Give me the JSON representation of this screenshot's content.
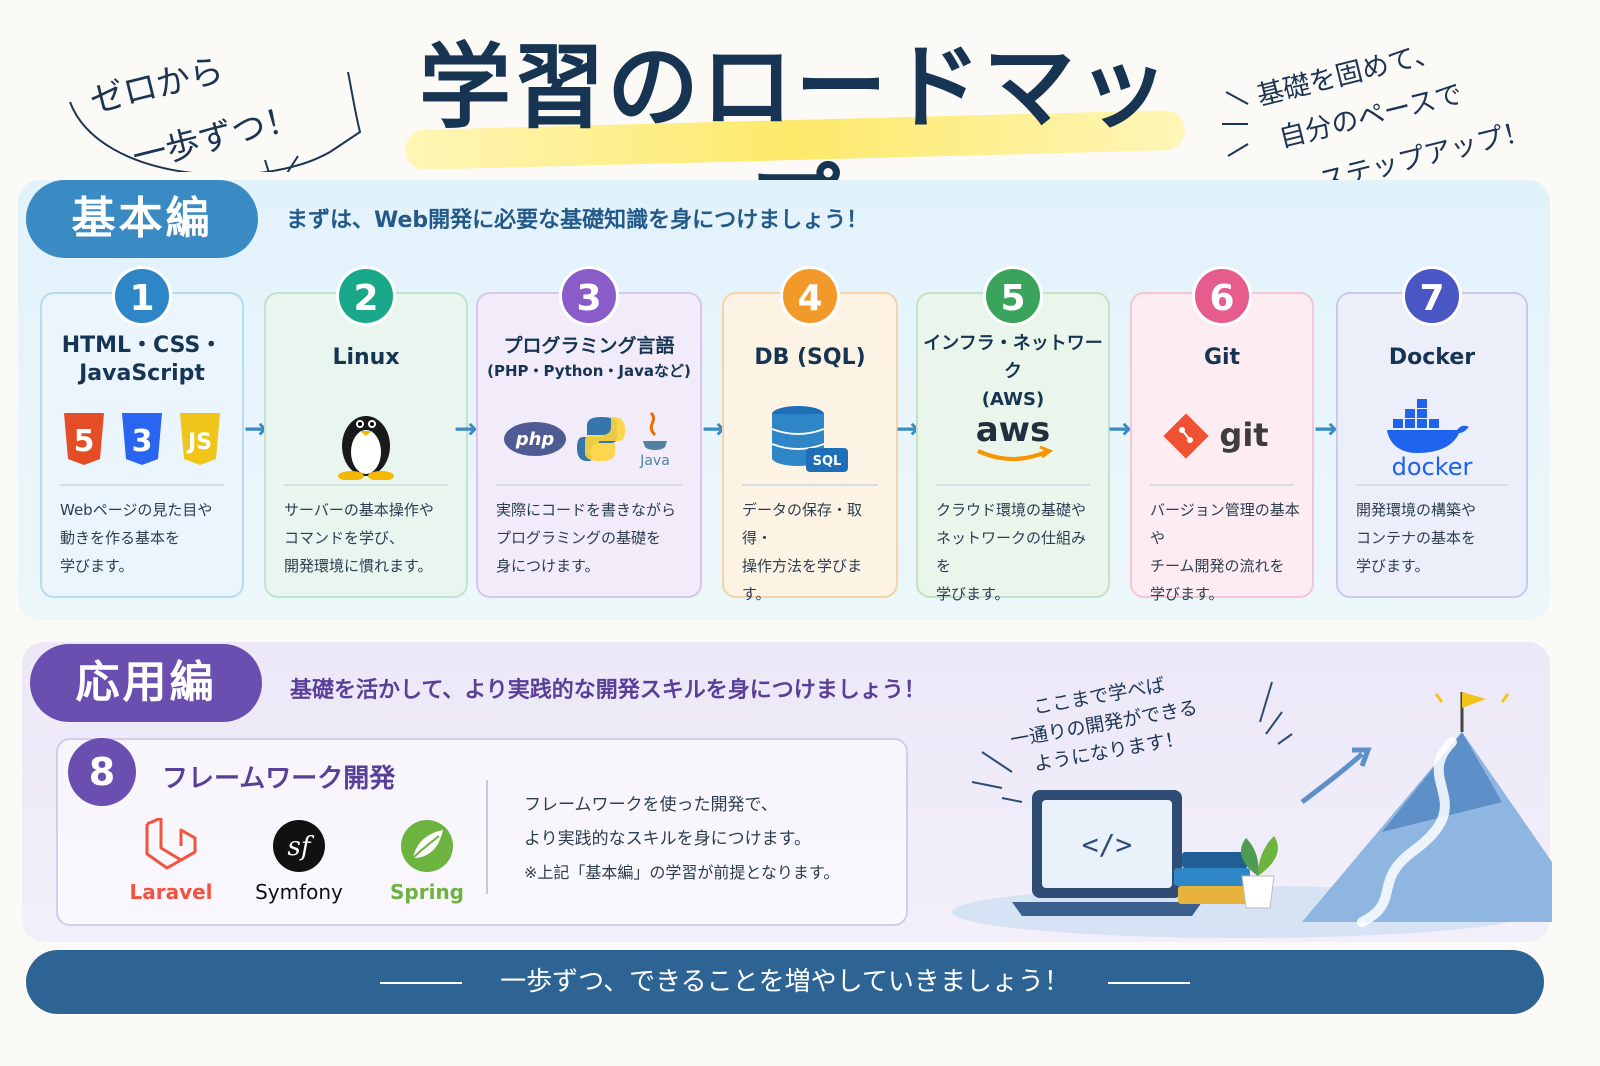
{
  "header": {
    "left_lines": [
      "ゼロから",
      "一歩ずつ！"
    ],
    "title": "学習のロードマップ",
    "right_lines": [
      "基礎を固めて、",
      "自分のペースで",
      "ステップアップ！"
    ]
  },
  "basic": {
    "tag": "基本編",
    "desc": "まずは、Web開発に必要な基礎知識を身につけましょう！",
    "steps": [
      {
        "num": "1",
        "title": "HTML・CSS・\nJavaScript",
        "sub": "",
        "desc": "Webページの見た目や\n動きを作る基本を\n学びます。",
        "logos": [
          "html5-icon",
          "css3-icon",
          "javascript-icon"
        ]
      },
      {
        "num": "2",
        "title": "Linux",
        "sub": "",
        "desc": "サーバーの基本操作や\nコマンドを学び、\n開発環境に慣れます。",
        "logos": [
          "linux-penguin-icon"
        ]
      },
      {
        "num": "3",
        "title": "プログラミング言語",
        "sub": "(PHP・Python・Javaなど)",
        "desc": "実際にコードを書きながら\nプログラミングの基礎を\n身につけます。",
        "logos": [
          "php-icon",
          "python-icon",
          "java-icon"
        ]
      },
      {
        "num": "4",
        "title": "DB (SQL)",
        "sub": "",
        "desc": "データの保存・取得・\n操作方法を学びます。",
        "logos": [
          "database-sql-icon"
        ]
      },
      {
        "num": "5",
        "title": "インフラ・ネットワーク\n(AWS)",
        "sub": "",
        "desc": "クラウド環境の基礎や\nネットワークの仕組みを\n学びます。",
        "logos": [
          "aws-icon"
        ]
      },
      {
        "num": "6",
        "title": "Git",
        "sub": "",
        "desc": "バージョン管理の基本や\nチーム開発の流れを\n学びます。",
        "logos": [
          "git-icon"
        ]
      },
      {
        "num": "7",
        "title": "Docker",
        "sub": "",
        "desc": "開発環境の構築や\nコンテナの基本を\n学びます。",
        "logos": [
          "docker-icon"
        ]
      }
    ],
    "logo_text": {
      "php": "php",
      "java": "Java",
      "sql": "SQL",
      "aws": "aws",
      "git": "git",
      "docker": "docker",
      "html": "5",
      "css": "3",
      "js": "JS"
    }
  },
  "advanced": {
    "tag": "応用編",
    "desc": "基礎を活かして、より実践的な開発スキルを身につけましょう！",
    "card": {
      "num": "8",
      "title": "フレームワーク開発",
      "frameworks": [
        "Laravel",
        "Symfony",
        "Spring"
      ],
      "desc_lines": [
        "フレームワークを使った開発で、",
        "より実践的なスキルを身につけます。",
        "※上記「基本編」の学習が前提となります。"
      ]
    },
    "note_lines": [
      "ここまで学べば",
      "一通りの開発ができる",
      "ようになります！"
    ],
    "code_glyph": "</>"
  },
  "footer": {
    "text": "一歩ずつ、できることを増やしていきましょう！"
  },
  "colors": {
    "step_num": [
      "#2f86c6",
      "#19a98a",
      "#8a5cc9",
      "#f19a2a",
      "#3aa35c",
      "#e65c8c",
      "#4a56c4"
    ],
    "step_bg": [
      "#eaf5fd",
      "#e8f6ef",
      "#f1ebfa",
      "#fdf3e4",
      "#eaf6ec",
      "#fdecf1",
      "#eceefa"
    ],
    "step_border": [
      "#b8dbf1",
      "#bfe3cf",
      "#d6c6ee",
      "#f4d3a8",
      "#c2e2c8",
      "#f3c6d5",
      "#c7cbed"
    ]
  }
}
